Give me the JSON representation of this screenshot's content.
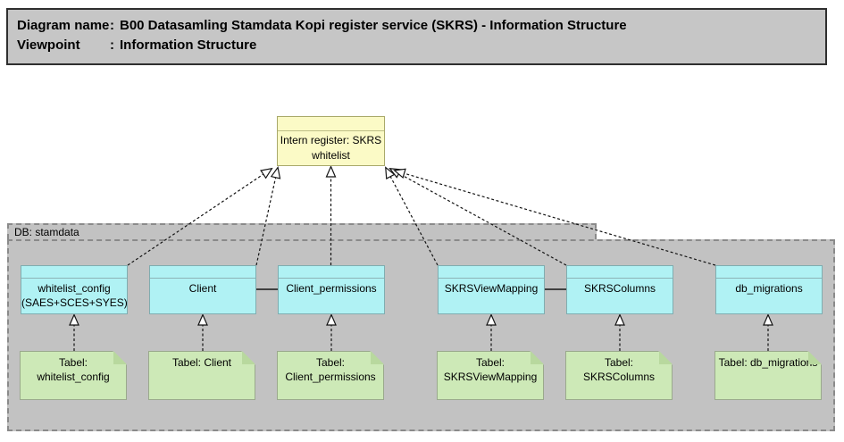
{
  "title_block": {
    "rows": [
      {
        "label": "Diagram name",
        "sep": ":",
        "value": "B00 Datasamling Stamdata Kopi register service (SKRS) - Information Structure"
      },
      {
        "label": "Viewpoint",
        "sep": ":",
        "value": "Information Structure"
      }
    ]
  },
  "register_box": {
    "label": "Intern register: SKRS\nwhitelist"
  },
  "db_group": {
    "label": "DB: stamdata"
  },
  "entities": [
    {
      "label": "whitelist_config\n(SAES+SCES+SYES)",
      "note": "Tabel:\nwhitelist_config"
    },
    {
      "label": "Client",
      "note": "Tabel: Client"
    },
    {
      "label": "Client_permissions",
      "note": "Tabel:\nClient_permissions"
    },
    {
      "label": "SKRSViewMapping",
      "note": "Tabel:\nSKRSViewMapping"
    },
    {
      "label": "SKRSColumns",
      "note": "Tabel: SKRSColumns"
    },
    {
      "label": "db_migrations",
      "note": "Tabel: db_migrations"
    }
  ],
  "colors": {
    "titlebar_fill": "#c6c6c6",
    "titlebar_border": "#2f2f2f",
    "group_fill": "#c2c2c2",
    "group_border": "#8a8a8a",
    "register_fill": "#fbfac6",
    "register_border": "#a9a96a",
    "entity_fill": "#b0f2f4",
    "entity_border": "#7fadb0",
    "note_fill": "#cde9b7",
    "note_border": "#9aa98c",
    "connector": "#141414"
  }
}
